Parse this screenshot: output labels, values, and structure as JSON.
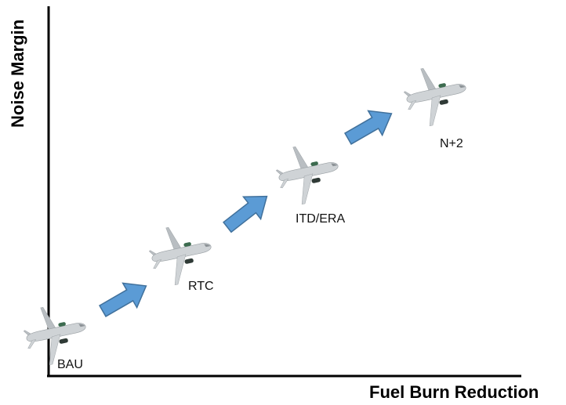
{
  "axes": {
    "x_label": "Fuel Burn Reduction",
    "y_label": "Noise Margin"
  },
  "stages": [
    {
      "label": "BAU",
      "icon": "airplane-icon"
    },
    {
      "label": "RTC",
      "icon": "airplane-icon"
    },
    {
      "label": "ITD/ERA",
      "icon": "airplane-icon"
    },
    {
      "label": "N+2",
      "icon": "airplane-icon"
    }
  ],
  "colors": {
    "arrow_fill": "#5b9bd5",
    "arrow_stroke": "#41719c",
    "fuselage": "#cfd3d6",
    "wing": "#b9bec2",
    "engine": "#2f3a36",
    "engine_accent": "#3c6b4f",
    "axis": "#000000"
  }
}
